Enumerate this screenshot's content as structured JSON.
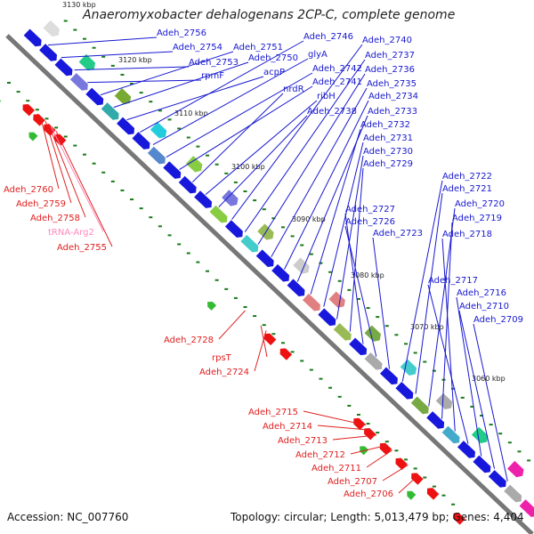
{
  "title": "Anaeromyxobacter dehalogenans 2CP-C, complete genome",
  "footer": {
    "accession": "Accession: NC_007760",
    "topology": "Topology: circular; Length: 5,013,479 bp; Genes: 4,404"
  },
  "colors": {
    "forward_label": "#1818d0",
    "reverse_label": "#e02020",
    "trna_label": "#ff88bb",
    "backbone": "#777777",
    "cds": "#1818dd",
    "rna": "#ee1111",
    "tick": "#1a7a1a"
  },
  "scale_ticks": [
    "3130 kbp",
    "3120 kbp",
    "3110 kbp",
    "3100 kbp",
    "3090 kbp",
    "3080 kbp",
    "3070 kbp",
    "3060 kbp"
  ],
  "forward_labels": [
    "Adeh_2756",
    "Adeh_2754",
    "Adeh_2753",
    "rpmF",
    "Adeh_2751",
    "Adeh_2750",
    "acpP",
    "Adeh_2746",
    "glyA",
    "Adeh_2742",
    "Adeh_2741",
    "nrdR",
    "ribH",
    "Adeh_2738",
    "Adeh_2740",
    "Adeh_2737",
    "Adeh_2736",
    "Adeh_2735",
    "Adeh_2734",
    "Adeh_2733",
    "Adeh_2732",
    "Adeh_2731",
    "Adeh_2730",
    "Adeh_2729",
    "Adeh_2727",
    "Adeh_2726",
    "Adeh_2723",
    "Adeh_2722",
    "Adeh_2721",
    "Adeh_2720",
    "Adeh_2719",
    "Adeh_2718",
    "Adeh_2717",
    "Adeh_2716",
    "Adeh_2710",
    "Adeh_2709"
  ],
  "reverse_labels": [
    "Adeh_2760",
    "Adeh_2759",
    "Adeh_2758",
    "tRNA-Arg2",
    "Adeh_2755",
    "Adeh_2728",
    "rpsT",
    "Adeh_2724",
    "Adeh_2715",
    "Adeh_2714",
    "Adeh_2713",
    "Adeh_2712",
    "Adeh_2711",
    "Adeh_2707",
    "Adeh_2706"
  ]
}
